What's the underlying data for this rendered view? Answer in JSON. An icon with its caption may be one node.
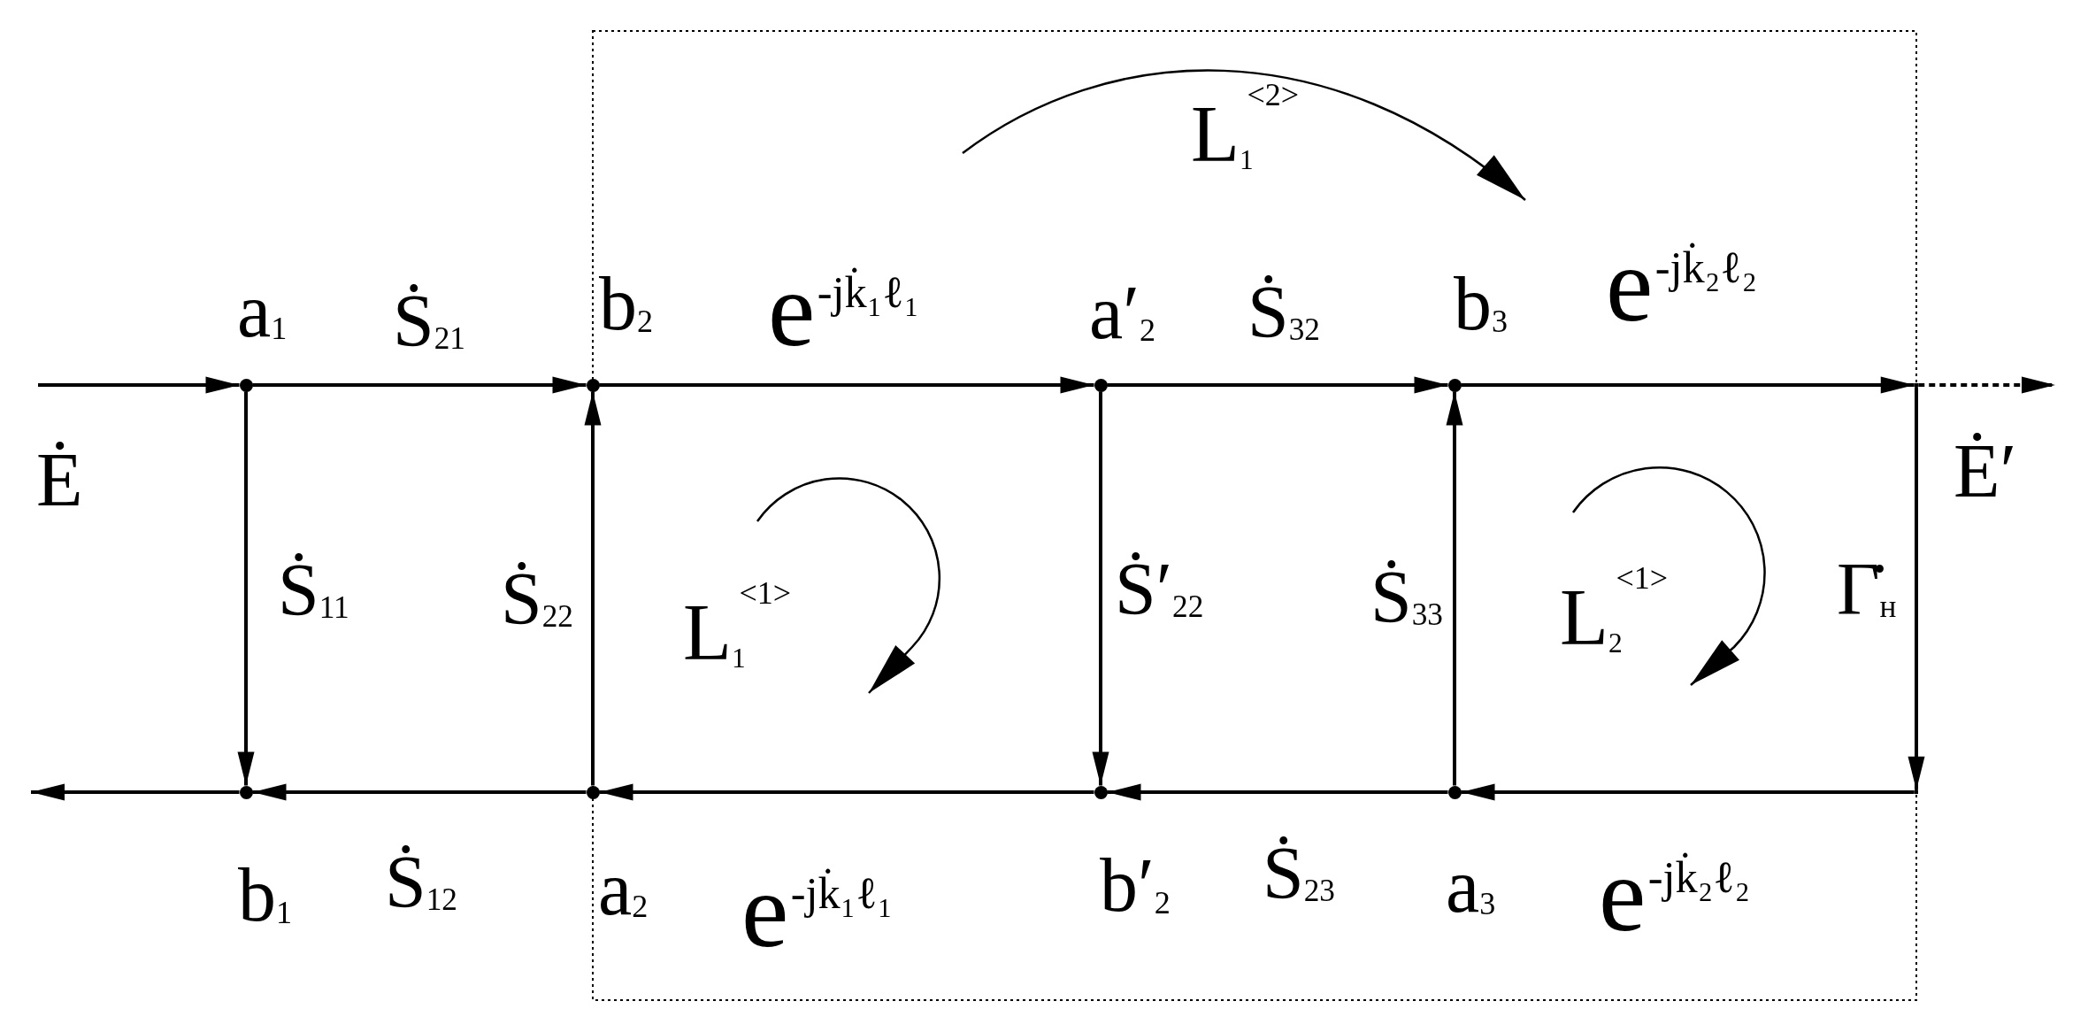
{
  "diagram": {
    "nodes": [
      {
        "text": [],
        "shape": "circle",
        "beside": [
          "a$_{1}$"
        ]
      },
      {
        "text": [],
        "shape": "circle",
        "beside": [
          "b$_{2}$"
        ]
      },
      {
        "text": [],
        "shape": "circle",
        "beside": [
          "a′$_{2}$"
        ]
      },
      {
        "text": [],
        "shape": "circle",
        "beside": [
          "b$_{3}$"
        ]
      },
      {
        "text": [],
        "shape": "point"
      },
      {
        "text": [],
        "shape": "circle",
        "beside": [
          "b$_{1}$"
        ]
      },
      {
        "text": [],
        "shape": "circle",
        "beside": [
          "a$_{2}$"
        ]
      },
      {
        "text": [],
        "shape": "circle",
        "beside": [
          "b′$_{2}$"
        ]
      },
      {
        "text": [],
        "shape": "circle",
        "beside": [
          "a$_{3}$"
        ]
      },
      {
        "text": [],
        "shape": "point"
      }
    ],
    "edges": [
      {
        "from": null,
        "to": 0,
        "arrow": "to"
      },
      {
        "from": 0,
        "to": 1,
        "arrow": "to",
        "label": "Ṡ$_{21}$"
      },
      {
        "from": 1,
        "to": 2,
        "arrow": "to",
        "label": "e$^{-jk̇₁ℓ₁}$"
      },
      {
        "from": 2,
        "to": 3,
        "arrow": "to",
        "label": "Ṡ$_{32}$"
      },
      {
        "from": 3,
        "to": 4,
        "arrow": "to",
        "label": "e$^{-jk̇₂ℓ₂}$"
      },
      {
        "from": 4,
        "to": null,
        "arrow": "to",
        "style": "dashed"
      },
      {
        "from": 0,
        "to": 5,
        "arrow": "to",
        "label": "Ṡ$_{11}$"
      },
      {
        "from": 6,
        "to": 1,
        "arrow": "to",
        "label": "Ṡ$_{22}$"
      },
      {
        "from": 2,
        "to": 7,
        "arrow": "to",
        "label": "Ṡ′$_{22}$"
      },
      {
        "from": 8,
        "to": 3,
        "arrow": "to",
        "label": "Ṡ$_{33}$"
      },
      {
        "from": 4,
        "to": 9,
        "arrow": "to",
        "label": "Γ̇$_{н}$"
      },
      {
        "from": 5,
        "to": null,
        "arrow": "to"
      },
      {
        "from": 6,
        "to": 5,
        "arrow": "to",
        "label": "Ṡ$_{12}$"
      },
      {
        "from": 7,
        "to": 6,
        "arrow": "to",
        "label": "e$^{-jk̇₁ℓ₁}$"
      },
      {
        "from": 8,
        "to": 7,
        "arrow": "to",
        "label": "Ṡ$_{23}$"
      },
      {
        "from": 9,
        "to": 8,
        "arrow": "to",
        "label": "e$^{-jk̇₂ℓ₂}$"
      }
    ],
    "labels": [
      "L$_{1}$$^{<2>}$",
      "Ė",
      "Ė′",
      "L$_{1}$$^{<1>}$",
      "L$_{2}$$^{<1>}$"
    ]
  }
}
